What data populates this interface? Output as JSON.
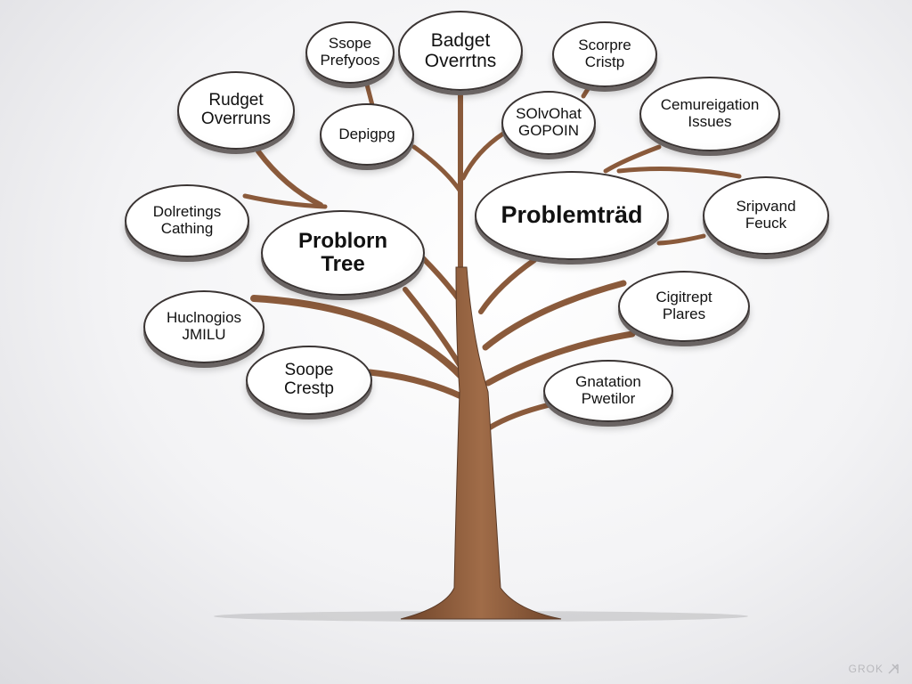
{
  "diagram": {
    "type": "problem-tree",
    "colors": {
      "branch": "#8a5a3b",
      "bubble_border": "#3a3433",
      "background": "#f3f3f5"
    },
    "nodes": [
      {
        "id": "n1",
        "lines": [
          "Ssope",
          "Prefyoos"
        ]
      },
      {
        "id": "n2",
        "lines": [
          "Badget",
          "Overrtns"
        ]
      },
      {
        "id": "n3",
        "lines": [
          "Scorpre",
          "Cristp"
        ]
      },
      {
        "id": "n4",
        "lines": [
          "Rudget",
          "Overruns"
        ]
      },
      {
        "id": "n5",
        "lines": [
          "Depigpg"
        ]
      },
      {
        "id": "n6",
        "lines": [
          "SOlvOhat",
          "GOPOIN"
        ]
      },
      {
        "id": "n7",
        "lines": [
          "Cemureigation",
          "Issues"
        ]
      },
      {
        "id": "n8",
        "lines": [
          "Dolretings",
          "Cathing"
        ]
      },
      {
        "id": "n9",
        "lines": [
          "Problorn",
          "Tree"
        ]
      },
      {
        "id": "n10",
        "lines": [
          "Problemträd"
        ]
      },
      {
        "id": "n11",
        "lines": [
          "Sripvand",
          "Feuck"
        ]
      },
      {
        "id": "n12",
        "lines": [
          "Huclnogios",
          "JMILU"
        ]
      },
      {
        "id": "n13",
        "lines": [
          "Cigitrept",
          "Plares"
        ]
      },
      {
        "id": "n14",
        "lines": [
          "Soope",
          "Crestp"
        ]
      },
      {
        "id": "n15",
        "lines": [
          "Gnatation",
          "Pwetilor"
        ]
      }
    ]
  },
  "watermark": {
    "text": "GROK",
    "icon": "grok-logo-icon"
  }
}
